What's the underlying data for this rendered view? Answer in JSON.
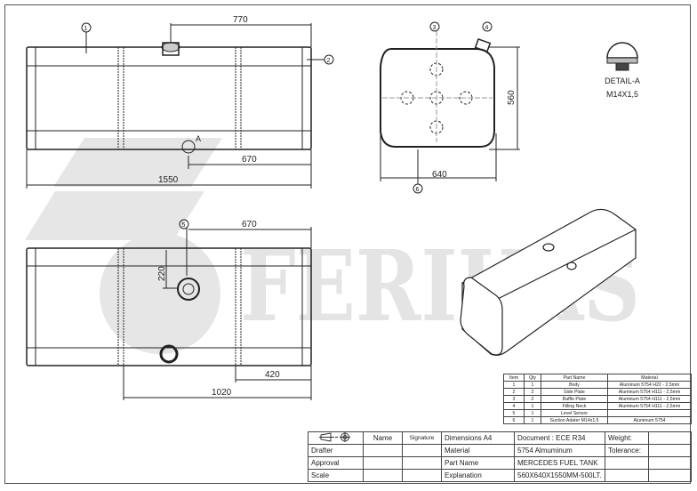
{
  "drawing": {
    "watermark": "FERIKAS",
    "top_view": {
      "balloons": [
        "1",
        "2"
      ],
      "dimensions": {
        "overall_length": "1550",
        "neck_offset": "770",
        "sensor_offset": "670"
      },
      "detail_marker": "A"
    },
    "end_view": {
      "balloons": [
        "3",
        "4",
        "6"
      ],
      "dimensions": {
        "width": "640",
        "height": "560"
      }
    },
    "bottom_view": {
      "balloons": [
        "5"
      ],
      "dimensions": {
        "sensor_offset": "670",
        "sensor_height": "220",
        "baffle_offset": "420",
        "outlet_span": "1020"
      }
    },
    "detail": {
      "title": "DETAIL-A",
      "thread": "M14X1,5"
    }
  },
  "parts_list": {
    "headers": [
      "Item",
      "Qty",
      "Part Name",
      "Material"
    ],
    "rows": [
      [
        "1",
        "1",
        "Body",
        "Aluminum 5754 H22 - 2,5mm"
      ],
      [
        "2",
        "2",
        "Side Plate",
        "Aluminum 5754 H111 - 2,5mm"
      ],
      [
        "3",
        "2",
        "Baffle Plate",
        "Aluminum 5754 H111 - 2,5mm"
      ],
      [
        "4",
        "1",
        "Filling Neck",
        "Aluminum 5754 H111 - 2,5mm"
      ],
      [
        "5",
        "1",
        "Level Sensor",
        ""
      ],
      [
        "6",
        "1",
        "Suction Adater M14x1,5",
        "Aluminum 5754"
      ]
    ]
  },
  "title_block": {
    "name_label": "Name",
    "signature_label": "Signature",
    "drafter_label": "Drafter",
    "approval_label": "Approval",
    "scale_label": "Scale",
    "dimensions_label": "Dimensions  A4",
    "material_label": "Material",
    "part_name_label": "Part Name",
    "explanation_label": "Explanation",
    "document_value": "Document : ECE R34",
    "material_value": "5754 Almuminum",
    "part_name_value": "MERCEDES FUEL TANK",
    "explanation_value": "560X640X1550MM-500LT.",
    "weight_label": "Weight:",
    "tolerance_label": "Tolerance:"
  }
}
